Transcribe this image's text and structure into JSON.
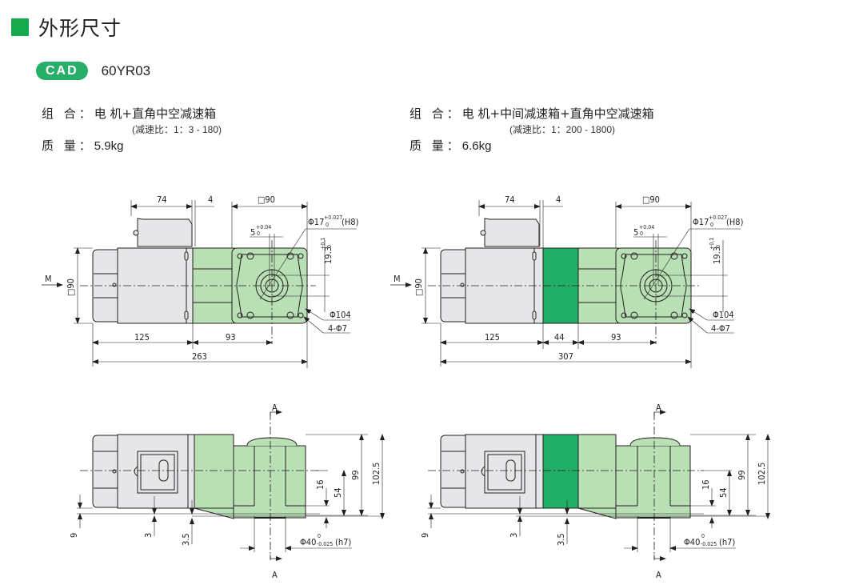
{
  "section": {
    "title": "外形尺寸",
    "accent_color": "#17a94e"
  },
  "cad": {
    "badge": "CAD",
    "model": "60YR03",
    "badge_color": "#27ae69"
  },
  "configs": [
    {
      "combo_label": "组 合：",
      "combo_value": "电 机+直角中空减速箱",
      "ratio": "(减速比：1：3 - 180)",
      "mass_label": "质 量：",
      "mass_value": "5.9kg",
      "front_dims": {
        "d74": "74",
        "d4": "4",
        "sq90": "□90",
        "bore": "Φ17",
        "bore_tol_up": "+0.027",
        "bore_tol_low": "0",
        "bore_fit": "(H8)",
        "key": "5",
        "key_tol_up": "+0.04",
        "key_tol_low": "0",
        "depth": "19.3",
        "depth_tol_up": "+0.1",
        "depth_tol_low": "0",
        "pcd": "Φ104",
        "holes": "4-Φ7",
        "m": "M",
        "side_sq": "□90",
        "d125": "125",
        "d93": "93",
        "total": "263"
      },
      "side_dims": {
        "section": "A",
        "h9": "9",
        "h3": "3",
        "h35": "3.5",
        "h16": "16",
        "h54": "54",
        "h99": "99",
        "h1025": "102.5",
        "shaft": "Φ40",
        "shaft_tol_up": "0",
        "shaft_tol_low": "-0.025",
        "shaft_fit": "(h7)"
      }
    },
    {
      "combo_label": "组 合：",
      "combo_value": "电 机+中间减速箱+直角中空减速箱",
      "ratio": "(减速比：1：200 - 1800)",
      "mass_label": "质 量：",
      "mass_value": "6.6kg",
      "front_dims": {
        "d74": "74",
        "d4": "4",
        "sq90": "□90",
        "bore": "Φ17",
        "bore_tol_up": "+0.027",
        "bore_tol_low": "0",
        "bore_fit": "(H8)",
        "key": "5",
        "key_tol_up": "+0.04",
        "key_tol_low": "0",
        "depth": "19.3",
        "depth_tol_up": "+0.1",
        "depth_tol_low": "0",
        "pcd": "Φ104",
        "holes": "4-Φ7",
        "m": "M",
        "side_sq": "□90",
        "d125": "125",
        "d44": "44",
        "d93": "93",
        "total": "307"
      },
      "side_dims": {
        "section": "A",
        "h9": "9",
        "h3": "3",
        "h35": "3.5",
        "h16": "16",
        "h54": "54",
        "h99": "99",
        "h1025": "102.5",
        "shaft": "Φ40",
        "shaft_tol_up": "0",
        "shaft_tol_low": "-0.025",
        "shaft_fit": "(h7)"
      }
    }
  ],
  "colors": {
    "motor_gray": "#e6e6e8",
    "gearbox_light_green": "#b9dfb5",
    "intermediate_green": "#21ae67",
    "line": "#231f20"
  }
}
